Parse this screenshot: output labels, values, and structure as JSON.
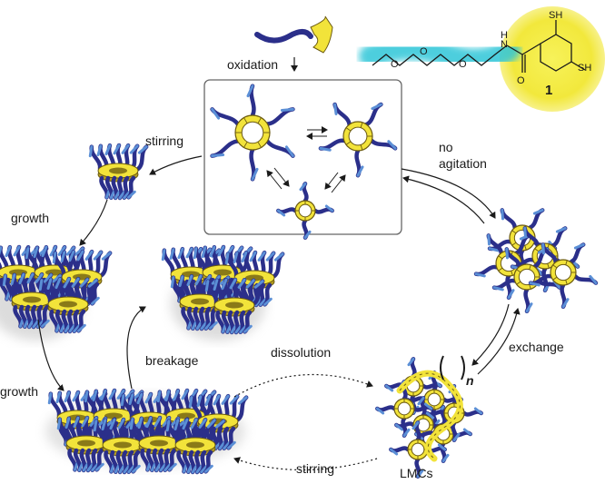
{
  "labels": {
    "oxidation": "oxidation",
    "stirring_top": "stirring",
    "no_agitation_1": "no",
    "no_agitation_2": "agitation",
    "growth_top": "growth",
    "growth_mid": "growth",
    "breakage": "breakage",
    "dissolution": "dissolution",
    "exchange": "exchange",
    "stirring_bottom": "stirring",
    "lmcs": "LMCs",
    "repeat_n": "n"
  },
  "molecule": {
    "compound_number": "1",
    "sh_top": "SH",
    "sh_bottom": "SH",
    "amide_n": "N",
    "amide_h": "H",
    "carbonyl_o": "O",
    "ether_o1": "O",
    "ether_o2": "O",
    "ether_o3": "O"
  },
  "colors": {
    "ring_fill": "#f2e33a",
    "ring_stroke": "#6b5a10",
    "chain_dark": "#2b2f8a",
    "chain_light": "#5b8fd6",
    "peptide_glow": "#2fc6d8",
    "molecule_glow": "#f4ee3c",
    "text": "#1a1a1a"
  }
}
